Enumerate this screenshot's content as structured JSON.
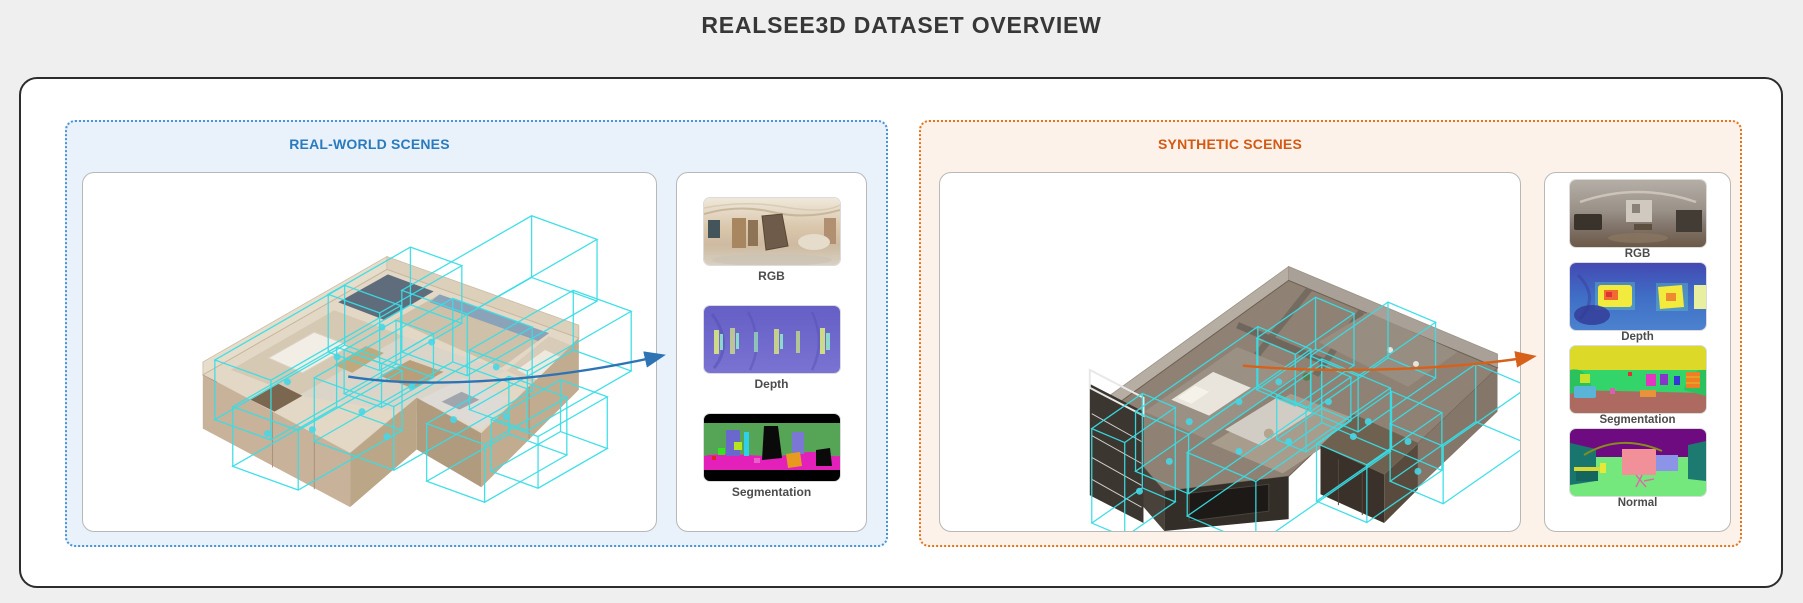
{
  "title": "REALSEE3D DATASET OVERVIEW",
  "panels": [
    {
      "title": "REAL-WORLD SCENES",
      "modalities": [
        {
          "label": "RGB"
        },
        {
          "label": "Depth"
        },
        {
          "label": "Segmentation"
        }
      ]
    },
    {
      "title": "SYNTHETIC SCENES",
      "modalities": [
        {
          "label": "RGB"
        },
        {
          "label": "Depth"
        },
        {
          "label": "Segmentation"
        },
        {
          "label": "Normal"
        }
      ]
    }
  ],
  "colors": {
    "real_accent": "#297bbe",
    "real_panel_background": "#e9f1fb",
    "real_arrow": "#2e74b5",
    "synthetic_accent": "#d45a14",
    "synthetic_panel_background": "#fcf2e9",
    "synthetic_arrow": "#d8611a",
    "bounding_box_cyan": "#38dde6"
  }
}
